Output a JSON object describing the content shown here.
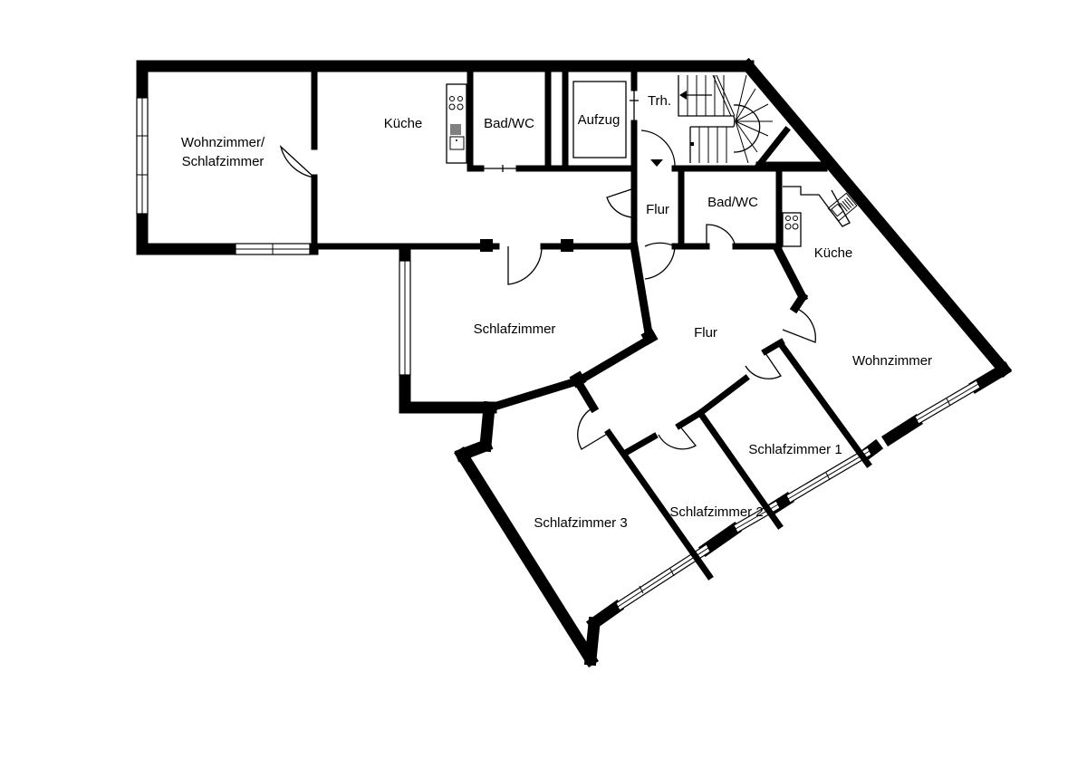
{
  "plan": {
    "type": "floor-plan",
    "colors": {
      "wall": "#000000",
      "background": "#ffffff"
    },
    "rooms": [
      {
        "id": "wohn-schlaf",
        "label_line1": "Wohnzimmer/",
        "label_line2": "Schlafzimmer"
      },
      {
        "id": "kueche-west",
        "label": "Küche"
      },
      {
        "id": "bad-west",
        "label": "Bad/WC"
      },
      {
        "id": "aufzug",
        "label": "Aufzug"
      },
      {
        "id": "treppenhaus",
        "label": "Trh."
      },
      {
        "id": "flur-north",
        "label": "Flur"
      },
      {
        "id": "bad-east",
        "label": "Bad/WC"
      },
      {
        "id": "kueche-east",
        "label": "Küche"
      },
      {
        "id": "schlafzimmer",
        "label": "Schlafzimmer"
      },
      {
        "id": "flur-main",
        "label": "Flur"
      },
      {
        "id": "wohnzimmer",
        "label": "Wohnzimmer"
      },
      {
        "id": "schlafzimmer-1",
        "label": "Schlafzimmer 1"
      },
      {
        "id": "schlafzimmer-2",
        "label": "Schlafzimmer 2"
      },
      {
        "id": "schlafzimmer-3",
        "label": "Schlafzimmer 3"
      }
    ]
  }
}
